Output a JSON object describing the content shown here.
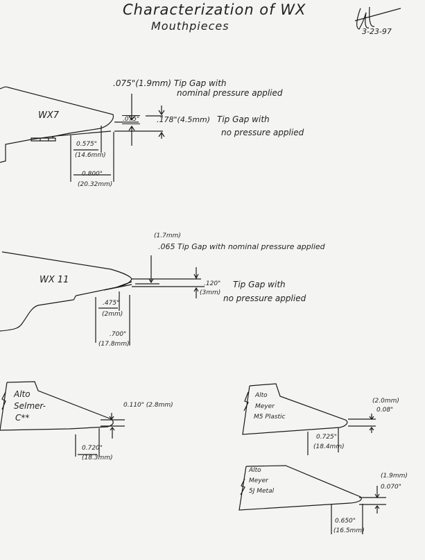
{
  "header": {
    "title_line1": "Characterization of WX",
    "title_line2": "Mouthpieces",
    "signature": "signature initials",
    "date": "3-23-97"
  },
  "wx7": {
    "name": "WX7",
    "nominal_gap": ".075\"(1.9mm) Tip Gap with",
    "nominal_gap_2": "nominal pressure applied",
    "gap_box": ".075\"",
    "open_gap": ".178\"(4.5mm)",
    "open_label_1": "Tip Gap with",
    "open_label_2": "no pressure applied",
    "facing_short": "0.575\"",
    "facing_short_mm": "(14.6mm)",
    "facing_long": "0.800\"",
    "facing_long_mm": "(20.32mm)"
  },
  "wx11": {
    "name": "WX 11",
    "nominal_mm": "(1.7mm)",
    "nominal_gap": ".065  Tip Gap with nominal pressure applied",
    "open_gap": ".120\"",
    "open_mm": "(3mm)",
    "open_label_1": "Tip Gap with",
    "open_label_2": "no pressure applied",
    "facing_short": ".475\"",
    "facing_short_mm": "(2mm)",
    "facing_long": ".700\"",
    "facing_long_mm": "(17.8mm)"
  },
  "selmer": {
    "line1": "Alto",
    "line2": "Selmer-",
    "line3": "C**",
    "gap": "0.110\" (2.8mm)",
    "facing": "0.720\"",
    "facing_mm": "(18.3mm)"
  },
  "meyer_m5": {
    "line1": "Alto",
    "line2": "Meyer",
    "line3": "M5 Plastic",
    "gap_mm": "(2.0mm)",
    "gap": "0.08\"",
    "facing": "0.725\"",
    "facing_mm": "(18.4mm)"
  },
  "meyer_5j": {
    "line1": "Alto",
    "line2": "Meyer",
    "line3": "5J Metal",
    "gap_mm": "(1.9mm)",
    "gap": "0.070\"",
    "facing": "0.650\"",
    "facing_mm": "(16.5mm)"
  }
}
